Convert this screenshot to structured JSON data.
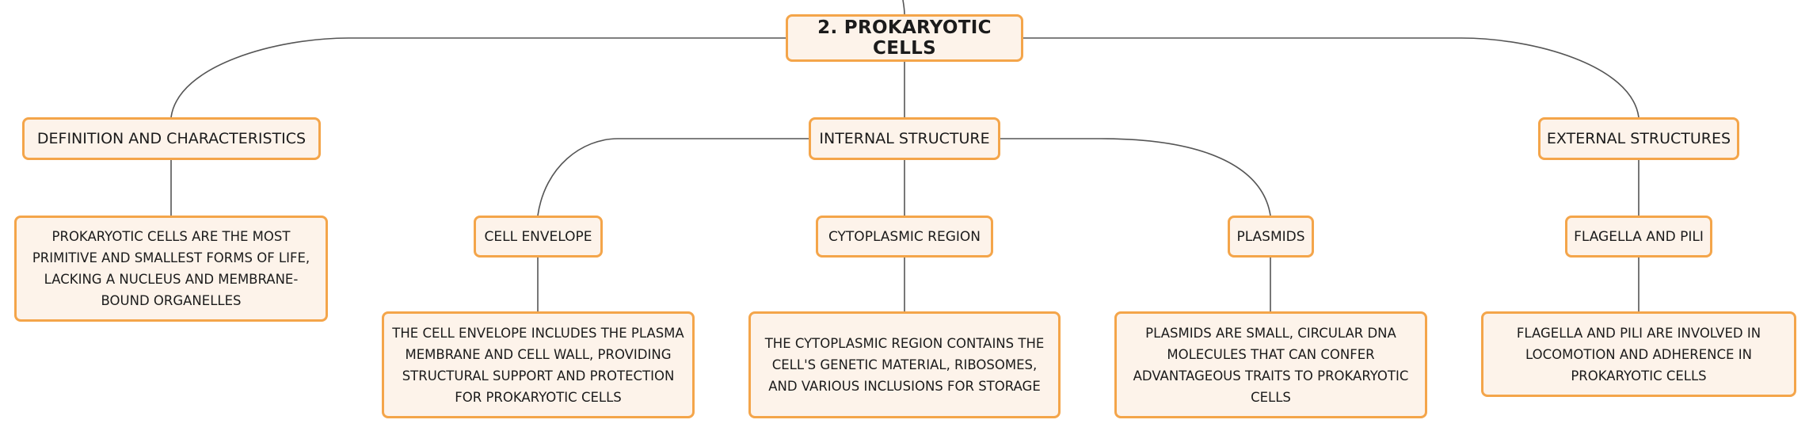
{
  "root": {
    "label": "2. PROKARYOTIC CELLS"
  },
  "branches": [
    {
      "label": "DEFINITION AND CHARACTERISTICS",
      "detail": "PROKARYOTIC CELLS ARE THE MOST PRIMITIVE AND SMALLEST FORMS OF LIFE, LACKING A NUCLEUS AND MEMBRANE-BOUND ORGANELLES"
    },
    {
      "label": "INTERNAL STRUCTURE",
      "children": [
        {
          "label": "CELL ENVELOPE",
          "detail": "THE CELL ENVELOPE INCLUDES THE PLASMA MEMBRANE AND CELL WALL, PROVIDING STRUCTURAL SUPPORT AND PROTECTION FOR PROKARYOTIC CELLS"
        },
        {
          "label": "CYTOPLASMIC REGION",
          "detail": "THE CYTOPLASMIC REGION CONTAINS THE CELL'S GENETIC MATERIAL, RIBOSOMES, AND VARIOUS INCLUSIONS FOR STORAGE"
        },
        {
          "label": "PLASMIDS",
          "detail": "PLASMIDS ARE SMALL, CIRCULAR DNA MOLECULES THAT CAN CONFER ADVANTAGEOUS TRAITS TO PROKARYOTIC CELLS"
        }
      ]
    },
    {
      "label": "EXTERNAL STRUCTURES",
      "children": [
        {
          "label": "FLAGELLA AND PILI",
          "detail": "FLAGELLA AND PILI ARE INVOLVED IN LOCOMOTION AND ADHERENCE IN PROKARYOTIC CELLS"
        }
      ]
    }
  ],
  "colors": {
    "node_border": "#f4a54a",
    "node_fill": "#fdf3ea",
    "connector": "#555555"
  }
}
